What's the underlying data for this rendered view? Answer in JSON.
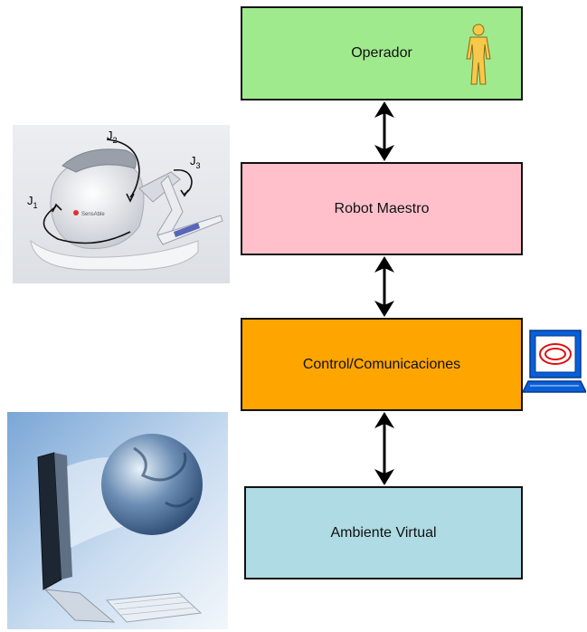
{
  "diagram": {
    "nodes": [
      {
        "id": "operador",
        "label": "Operador",
        "color": "#a0ea8e",
        "icon": "person-icon"
      },
      {
        "id": "robot",
        "label": "Robot Maestro",
        "color": "#ffc0cc"
      },
      {
        "id": "control",
        "label": "Control/Comunicaciones",
        "color": "#ffa500",
        "icon": "computer-icon"
      },
      {
        "id": "ambiente",
        "label": "Ambiente Virtual",
        "color": "#aedbe4"
      }
    ],
    "edges": [
      {
        "from": "operador",
        "to": "robot",
        "direction": "bidirectional"
      },
      {
        "from": "robot",
        "to": "control",
        "direction": "bidirectional"
      },
      {
        "from": "control",
        "to": "ambiente",
        "direction": "bidirectional"
      }
    ]
  },
  "haptic_device": {
    "joint_labels": [
      "J",
      "J",
      "J"
    ],
    "joint_subscripts": [
      "2",
      "3",
      "1"
    ],
    "logo_text": "SensAble"
  },
  "images": {
    "haptic": "haptic-device-photo",
    "globe": "computer-globe-photo"
  }
}
